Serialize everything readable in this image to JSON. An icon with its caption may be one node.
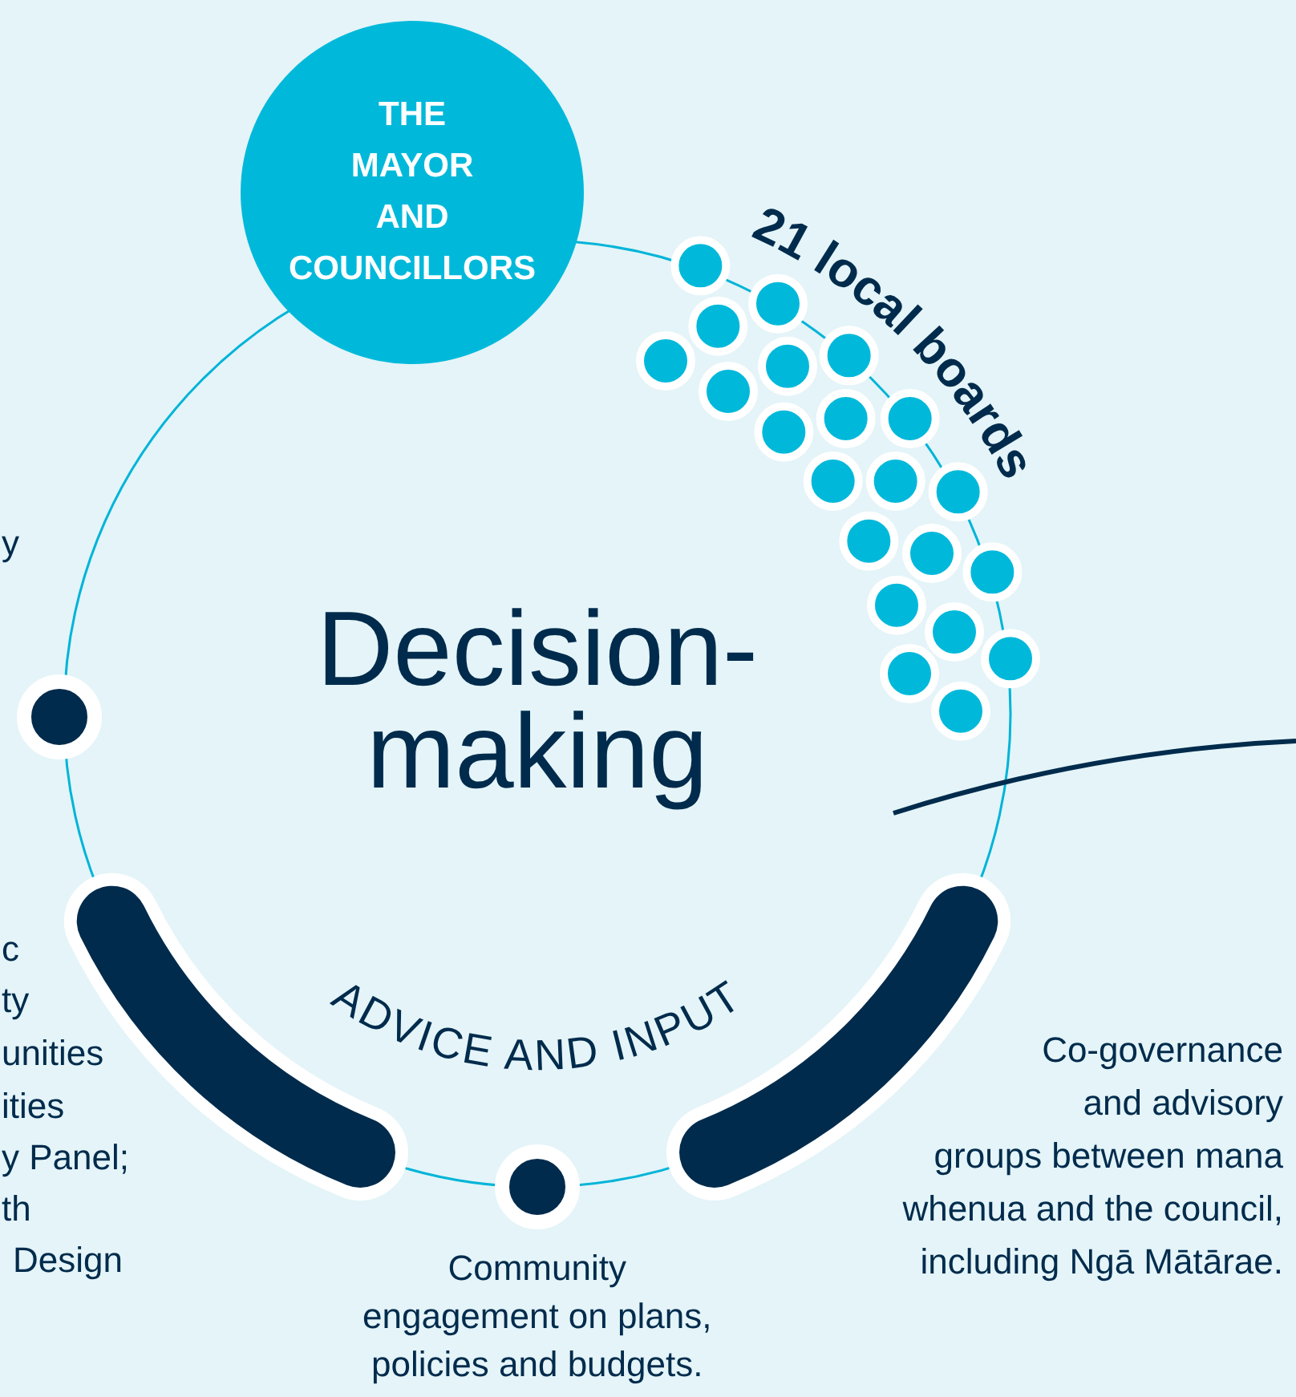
{
  "diagram": {
    "nodes": [
      {
        "text": [
          "THE MAYOR AND COUNCILLORS"
        ]
      }
    ],
    "labels": [
      "21 local boards",
      "Decision-making",
      "ADVICE AND INPUT",
      "y",
      "c",
      "ty",
      "unities",
      "ities",
      "y Panel;",
      "th",
      "Design",
      "Co-governance and advisory groups between mana whenua and the council, including Ngā Mātārae.",
      "Community engagement on plans, policies and budgets."
    ]
  }
}
